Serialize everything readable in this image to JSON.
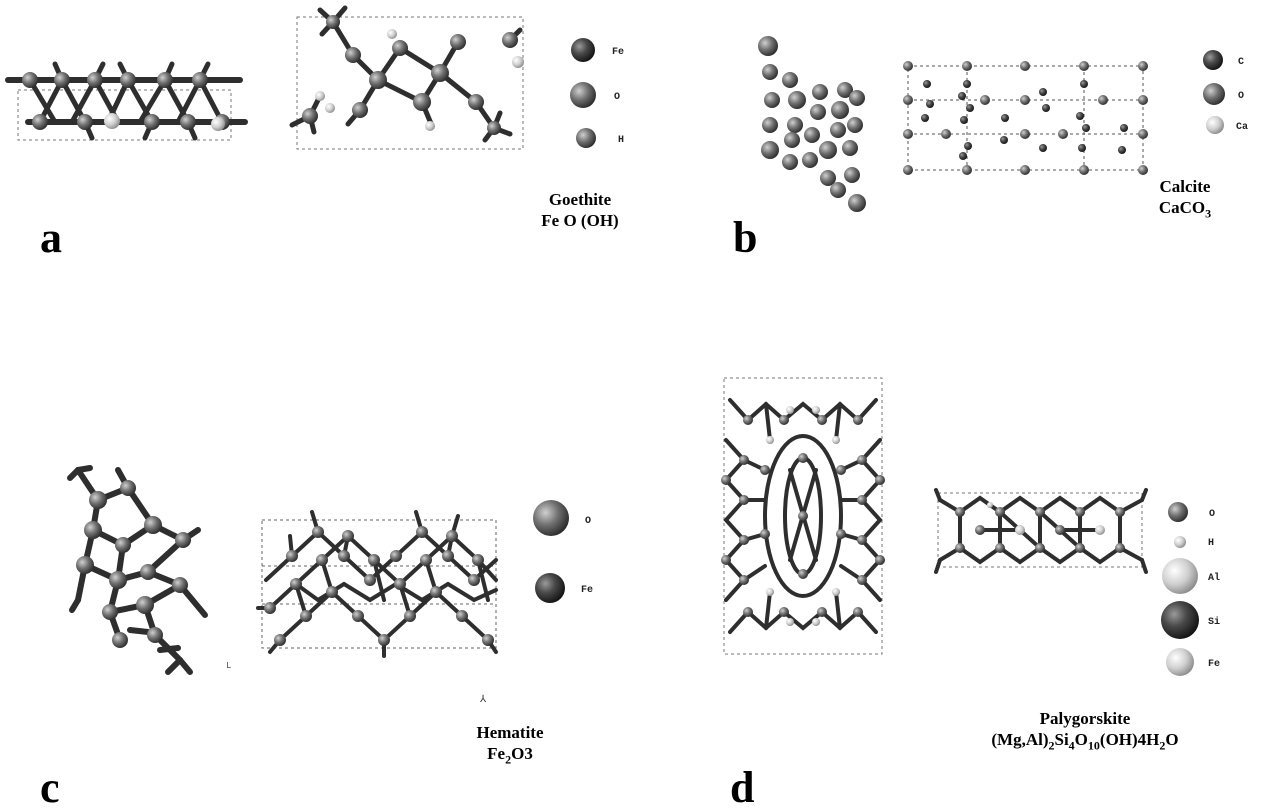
{
  "panels": {
    "a": {
      "letter": "a",
      "name": "Goethite",
      "formula": "Fe O (OH)",
      "legend": [
        {
          "label": "Fe",
          "color": "#3a3a3a"
        },
        {
          "label": "O",
          "color": "#2e2e2e"
        },
        {
          "label": "H",
          "color": "#8a8a8a"
        }
      ]
    },
    "b": {
      "letter": "b",
      "name": "Calcite",
      "formula_base": "CaCO",
      "formula_sub": "3",
      "legend": [
        {
          "label": "C",
          "color": "#333333"
        },
        {
          "label": "O",
          "color": "#505050"
        },
        {
          "label": "Ca",
          "color": "#9a9a9a"
        }
      ]
    },
    "c": {
      "letter": "c",
      "name": "Hematite",
      "formula_p1": "Fe",
      "formula_sub1": "2",
      "formula_p2": "O3",
      "legend": [
        {
          "label": "O",
          "color": "#4a4a4a"
        },
        {
          "label": "Fe",
          "color": "#1f1f1f"
        }
      ]
    },
    "d": {
      "letter": "d",
      "name": "Palygorskite",
      "formula_parts": [
        {
          "t": "(Mg,Al)",
          "sub": false
        },
        {
          "t": "2",
          "sub": true
        },
        {
          "t": "Si",
          "sub": false
        },
        {
          "t": "4",
          "sub": true
        },
        {
          "t": "O",
          "sub": false
        },
        {
          "t": "10",
          "sub": true
        },
        {
          "t": "(OH)4H",
          "sub": false
        },
        {
          "t": "2",
          "sub": true
        },
        {
          "t": "O",
          "sub": false
        }
      ],
      "legend": [
        {
          "label": "O",
          "color": "#555555"
        },
        {
          "label": "H",
          "color": "#dddddd"
        },
        {
          "label": "Al",
          "color": "#e8e8e8"
        },
        {
          "label": "Si",
          "color": "#262626"
        },
        {
          "label": "Fe",
          "color": "#c4c4c4"
        }
      ]
    }
  }
}
